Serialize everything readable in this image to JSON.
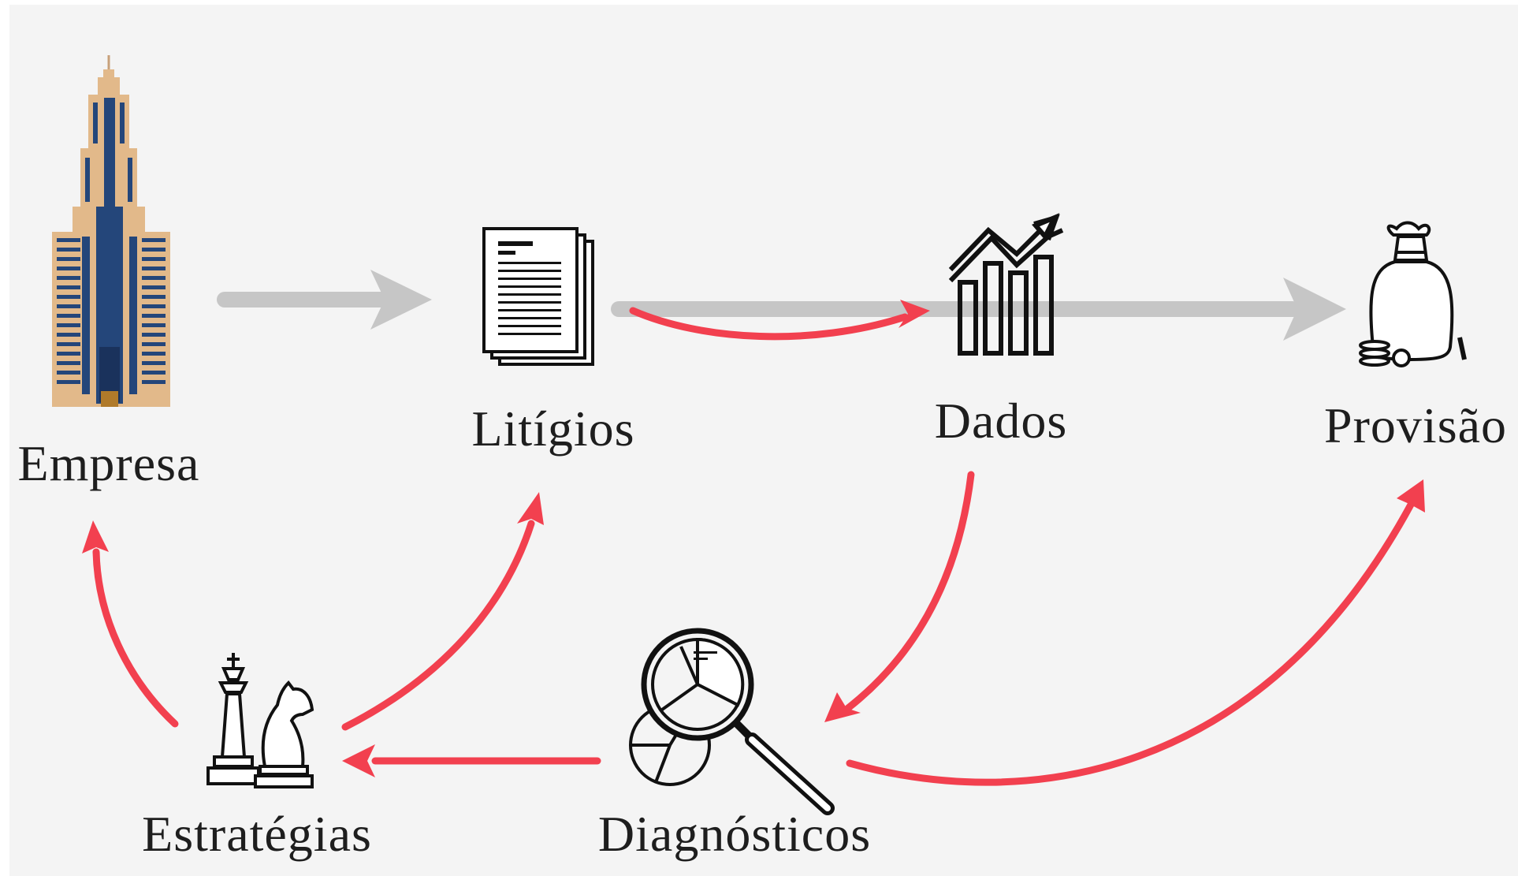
{
  "diagram": {
    "nodes": [
      {
        "id": "empresa",
        "label": "Empresa",
        "icon": "skyscraper-icon"
      },
      {
        "id": "litigios",
        "label": "Litígios",
        "icon": "documents-icon"
      },
      {
        "id": "dados",
        "label": "Dados",
        "icon": "bar-chart-trend-icon"
      },
      {
        "id": "provisao",
        "label": "Provisão",
        "icon": "money-bag-icon"
      },
      {
        "id": "diagnosticos",
        "label": "Diagnósticos",
        "icon": "magnifier-pie-chart-icon"
      },
      {
        "id": "estrategias",
        "label": "Estratégias",
        "icon": "chess-king-knight-icon"
      }
    ],
    "edges": [
      {
        "from": "empresa",
        "to": "litigios",
        "style": "gray-straight"
      },
      {
        "from": "litigios",
        "to": "provisao",
        "style": "gray-straight"
      },
      {
        "from": "litigios",
        "to": "dados",
        "style": "red-curved"
      },
      {
        "from": "dados",
        "to": "diagnosticos",
        "style": "red-curved"
      },
      {
        "from": "diagnosticos",
        "to": "provisao",
        "style": "red-curved"
      },
      {
        "from": "diagnosticos",
        "to": "estrategias",
        "style": "red-straight"
      },
      {
        "from": "estrategias",
        "to": "litigios",
        "style": "red-curved"
      },
      {
        "from": "estrategias",
        "to": "empresa",
        "style": "red-curved"
      }
    ],
    "colors": {
      "background": "#f4f4f4",
      "gray_arrow": "#c6c6c6",
      "red_arrow": "#f2404f",
      "building_tan": "#e2b98a",
      "building_blue": "#24467a",
      "icon_line": "#111111"
    }
  }
}
